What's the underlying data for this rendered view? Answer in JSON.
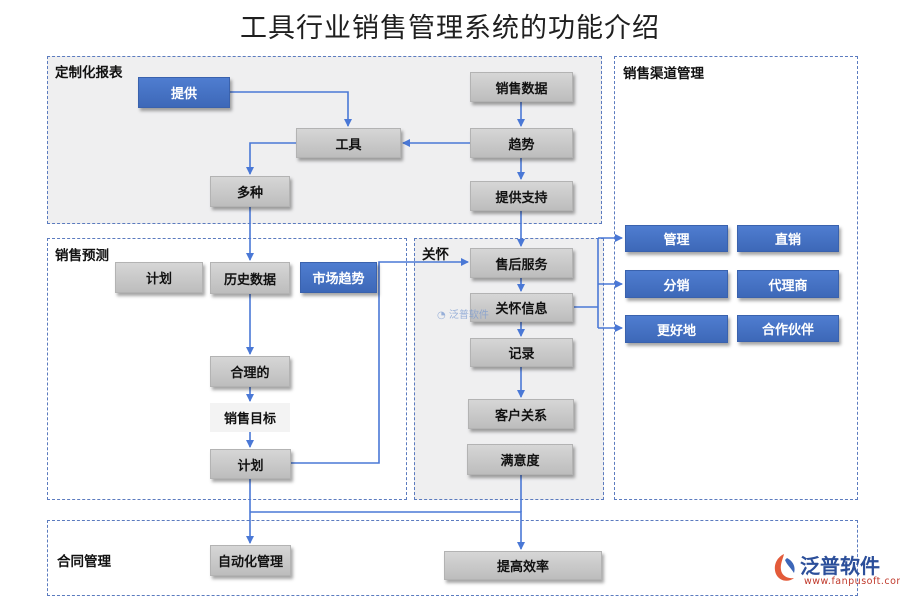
{
  "title": "工具行业销售管理系统的功能介绍",
  "regions": {
    "custom_report": "定制化报表",
    "sales_forecast": "销售预测",
    "care": "关怀",
    "channel": "销售渠道管理",
    "contract": "合同管理"
  },
  "nodes": {
    "provide": "提供",
    "sales_data": "销售数据",
    "tool": "工具",
    "trend": "趋势",
    "variety": "多种",
    "provide_support": "提供支持",
    "plan_left": "计划",
    "history_data": "历史数据",
    "market_trend": "市场趋势",
    "after_sales": "售后服务",
    "care_info": "关怀信息",
    "record": "记录",
    "customer_relation": "客户关系",
    "satisfaction": "满意度",
    "reasonable": "合理的",
    "sales_target": "销售目标",
    "plan": "计划",
    "manage": "管理",
    "direct_sale": "直销",
    "distribution": "分销",
    "agent": "代理商",
    "better": "更好地",
    "partner": "合作伙伴",
    "auto_manage": "自动化管理",
    "efficiency": "提高效率"
  },
  "brand": {
    "name": "泛普软件",
    "url": "www.fanpusoft.com",
    "watermark": "泛普软件"
  },
  "colors": {
    "accent_blue": "#4472c4",
    "wire": "#4a78d6",
    "node_gray": "#c9c9c9",
    "region_border": "#5b7bbf"
  }
}
